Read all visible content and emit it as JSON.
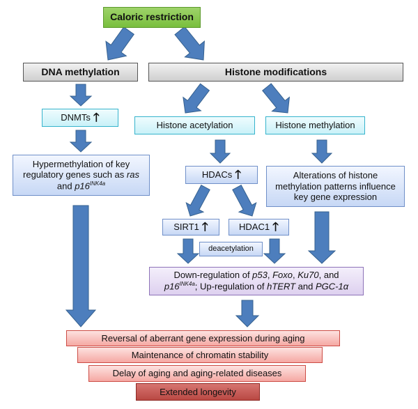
{
  "nodes": {
    "caloric": "Caloric restriction",
    "dna_meth": "DNA methylation",
    "histone_mod": "Histone modifications",
    "dnmts": "DNMTs",
    "hist_acet": "Histone acetylation",
    "hist_meth": "Histone methylation",
    "hyper": {
      "line1": "Hypermethylation of key",
      "line2": "regulatory genes such as",
      "ras": "ras",
      "and": "and",
      "p16": "p16",
      "sup": "INK4a"
    },
    "hdacs": "HDACs",
    "alter": {
      "line1": "Alterations of histone",
      "line2": "methylation patterns influence",
      "line3": "key gene expression"
    },
    "sirt1": "SIRT1",
    "hdac1": "HDAC1",
    "deacet": "deacetylation",
    "down": {
      "t1": "Down-regulation of ",
      "p53": "p53",
      "c1": ", ",
      "foxo": "Foxo",
      "c2": ", ",
      "ku70": "Ku70",
      "t2": ", and",
      "p16": "p16",
      "sup": "INK4a",
      "t3": "; Up-regulation of ",
      "htert": "hTERT",
      "and": " and ",
      "pgc": "PGC-1α"
    },
    "out1": "Reversal of aberrant gene expression during aging",
    "out2": "Maintenance of chromatin stability",
    "out3": "Delay of aging and aging-related diseases",
    "out4": "Extended longevity"
  },
  "up_arrow": "🡑",
  "colors": {
    "arrow_fill": "#4d7ebd",
    "arrow_stroke": "#36618f"
  }
}
